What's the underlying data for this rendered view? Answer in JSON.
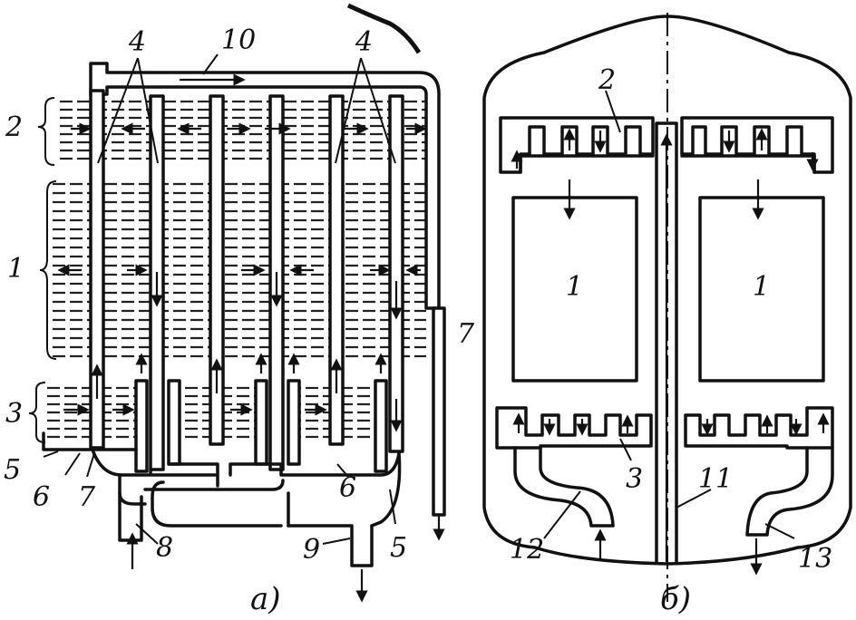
{
  "diagram": {
    "left_view": {
      "caption": "а)",
      "callouts": [
        "1",
        "2",
        "3",
        "4",
        "4",
        "5",
        "5",
        "6",
        "6",
        "7",
        "7",
        "8",
        "9",
        "10"
      ]
    },
    "right_view": {
      "caption": "б)",
      "callouts": [
        "1",
        "1",
        "2",
        "3",
        "11",
        "12",
        "13"
      ]
    }
  }
}
